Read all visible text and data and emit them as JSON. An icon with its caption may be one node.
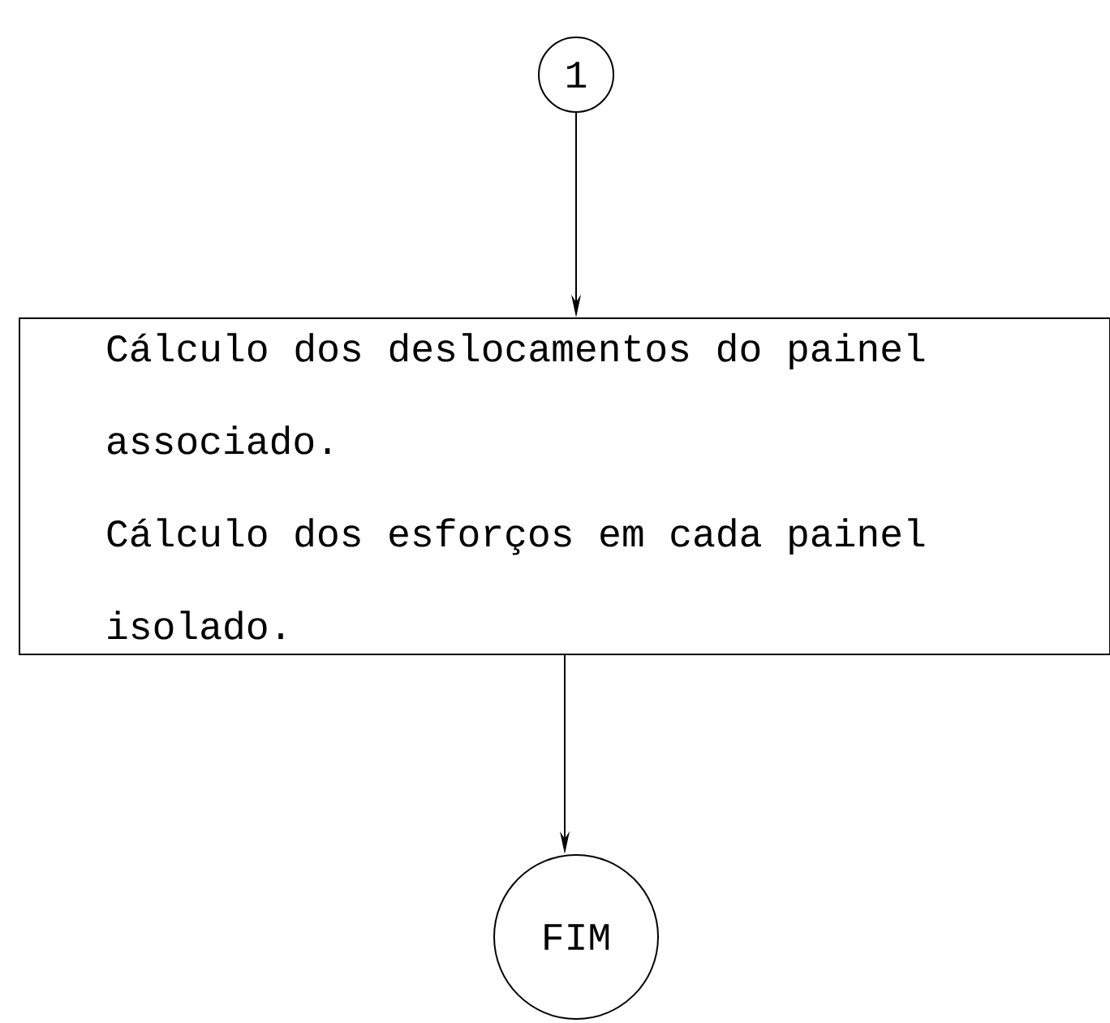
{
  "diagram": {
    "nodes": [
      {
        "text": [
          "1"
        ]
      },
      {
        "text": [
          "Cálculo dos deslocamentos do painel associado.",
          "Cálculo dos esforços em cada painel isolado."
        ]
      },
      {
        "text": [
          "FIM"
        ]
      }
    ],
    "edges": [
      {
        "from": 0,
        "to": 1,
        "arrow": "to"
      },
      {
        "from": 1,
        "to": 2,
        "arrow": "to"
      }
    ]
  }
}
